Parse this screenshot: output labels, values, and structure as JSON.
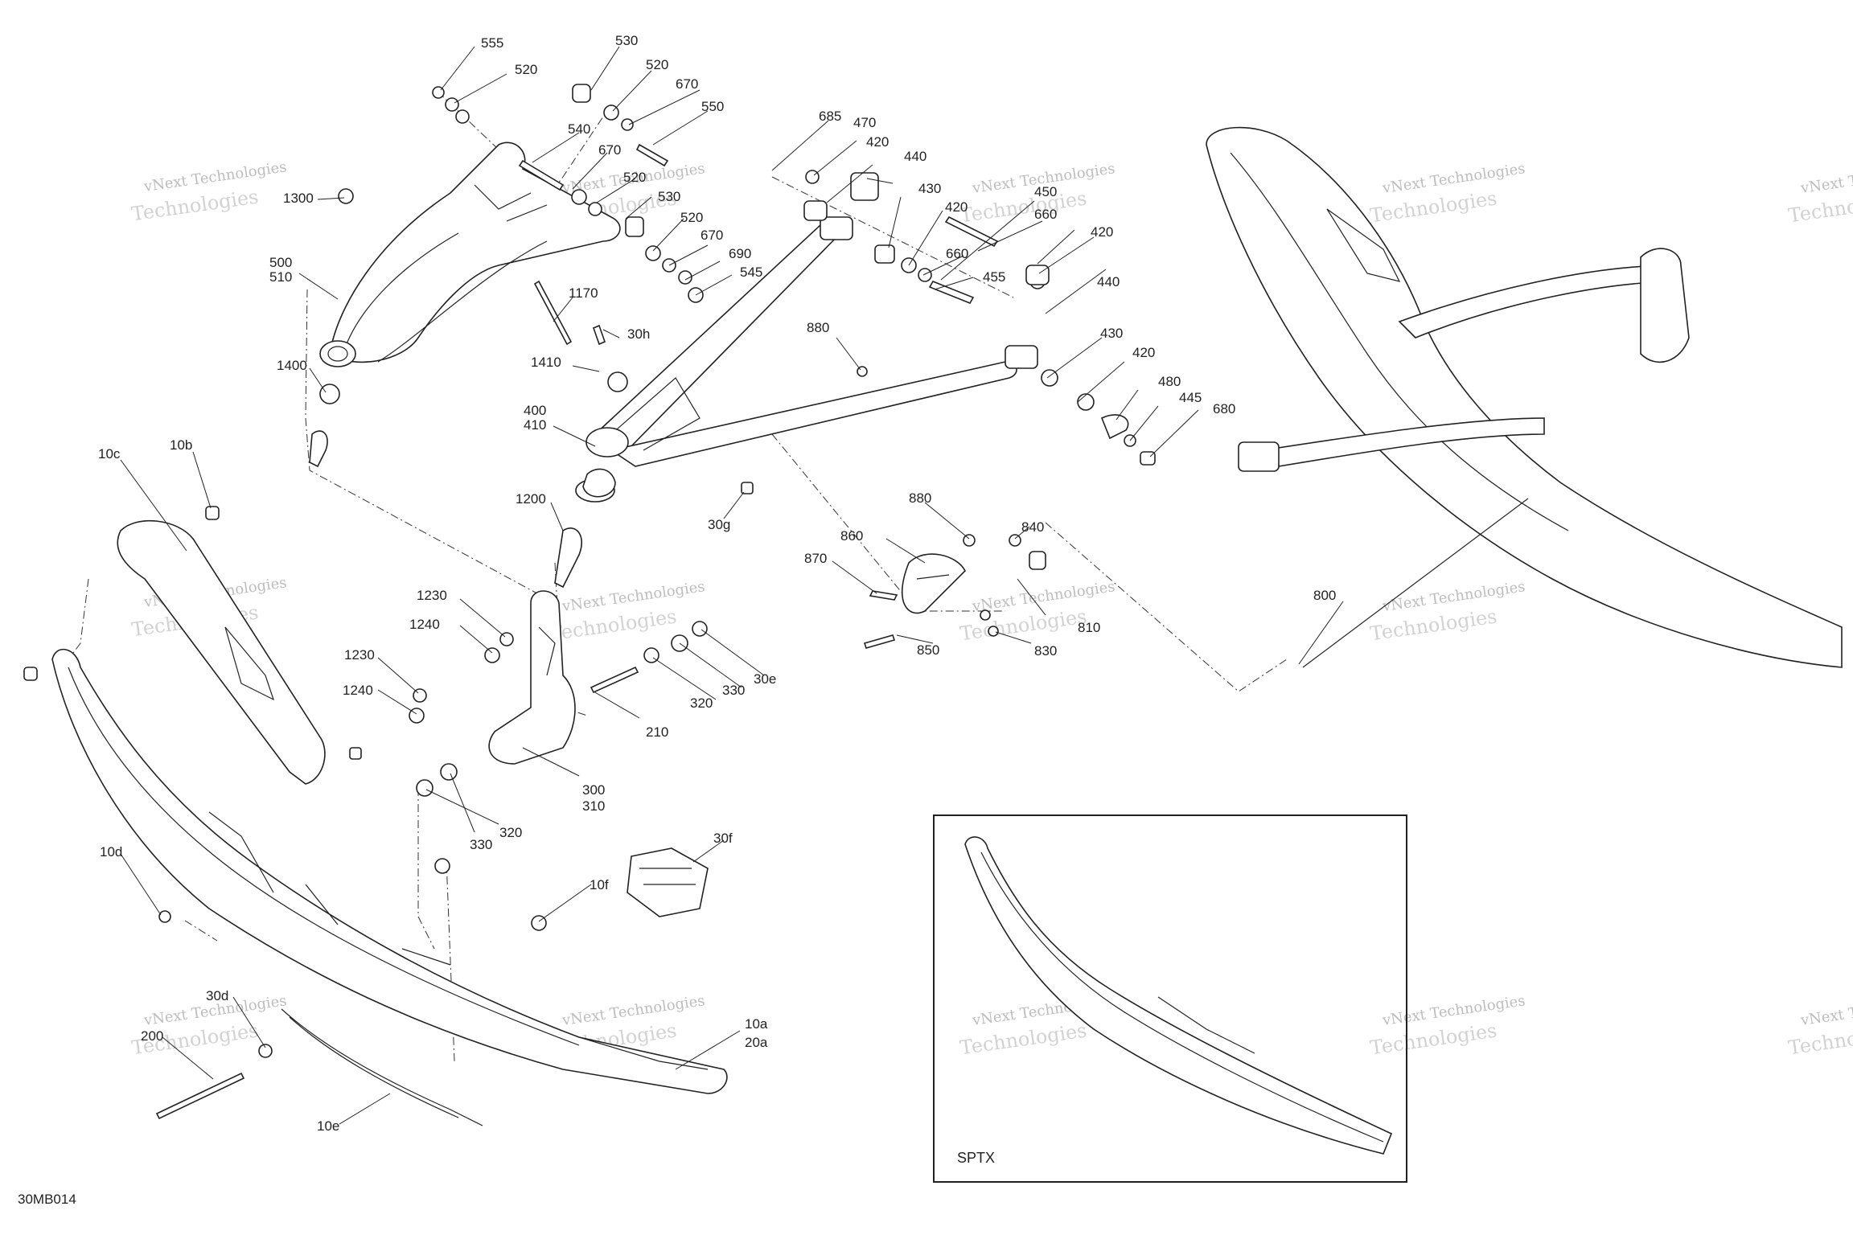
{
  "diagram_code": "30MB014",
  "inset_label": "SPTX",
  "watermark": {
    "line1": "vNext Technologies",
    "line2": "Technologies"
  },
  "callouts": [
    "555",
    "530",
    "520",
    "520",
    "670",
    "550",
    "540",
    "670",
    "520",
    "530",
    "520",
    "670",
    "690",
    "545",
    "1300",
    "500",
    "510",
    "1170",
    "30h",
    "1410",
    "400",
    "410",
    "1400",
    "1200",
    "10c",
    "10b",
    "685",
    "470",
    "420",
    "440",
    "430",
    "420",
    "450",
    "660",
    "420",
    "660",
    "455",
    "440",
    "430",
    "420",
    "480",
    "445",
    "680",
    "880",
    "880",
    "860",
    "840",
    "870",
    "810",
    "850",
    "830",
    "30g",
    "1230",
    "1240",
    "1230",
    "1240",
    "30e",
    "330",
    "320",
    "210",
    "300",
    "310",
    "330",
    "320",
    "30f",
    "10f",
    "10d",
    "30d",
    "200",
    "10a",
    "20a",
    "10e",
    "800"
  ]
}
